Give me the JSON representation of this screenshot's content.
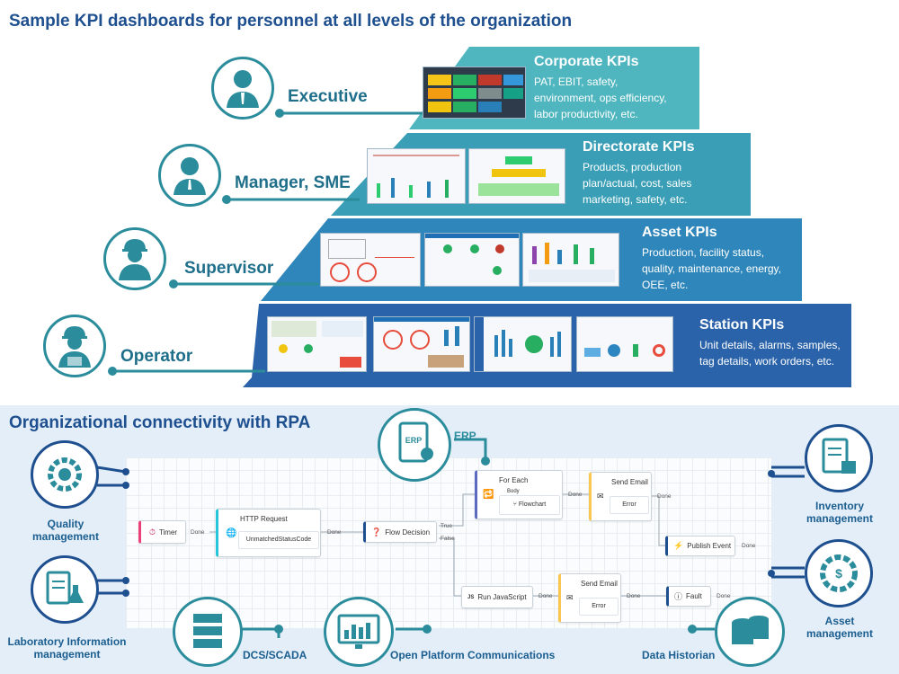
{
  "top_title": "Sample KPI dashboards for personnel at all levels of the organization",
  "levels": [
    {
      "role": "Executive",
      "kpi_title": "Corporate KPIs",
      "kpi_lines": [
        "PAT, EBIT, safety,",
        "environment, ops efficiency,",
        "labor productivity, etc."
      ]
    },
    {
      "role": "Manager, SME",
      "kpi_title": "Directorate KPIs",
      "kpi_lines": [
        "Products, production",
        "plan/actual, cost, sales",
        "marketing, safety, etc."
      ]
    },
    {
      "role": "Supervisor",
      "kpi_title": "Asset KPIs",
      "kpi_lines": [
        "Production, facility status,",
        "quality, maintenance, energy,",
        "OEE, etc."
      ]
    },
    {
      "role": "Operator",
      "kpi_title": "Station KPIs",
      "kpi_lines": [
        "Unit details, alarms, samples,",
        "tag details, work orders, etc."
      ]
    }
  ],
  "bottom_title": "Organizational connectivity with RPA",
  "systems": {
    "erp": "ERP",
    "quality": "Quality management",
    "lims": "Laboratory Information management",
    "dcs": "DCS/SCADA",
    "opc": "Open Platform Communications",
    "historian": "Data Historian",
    "inventory": "Inventory management",
    "asset": "Asset management"
  },
  "flow": {
    "timer": "Timer",
    "done1": "Done",
    "http_title": "HTTP Request",
    "http_sub": "UnmatchedStatusCode",
    "done2": "Done",
    "decision": "Flow Decision",
    "true_lbl": "True",
    "false_lbl": "False",
    "foreach_title": "For Each",
    "body_lbl": "Body",
    "flowchart": "Flowchart",
    "done3": "Done",
    "send_email_1": "Send Email",
    "error1": "Error",
    "done4": "Done",
    "publish": "Publish Event",
    "done5": "Done",
    "run_js": "Run JavaScript",
    "done6": "Done",
    "send_email_2": "Send Email",
    "error2": "Error",
    "done7": "Done",
    "fault": "Fault",
    "done8": "Done"
  },
  "colors": {
    "teal": "#2b8c9c",
    "navy": "#1e4f8f",
    "timer_pink": "#ec407a"
  }
}
